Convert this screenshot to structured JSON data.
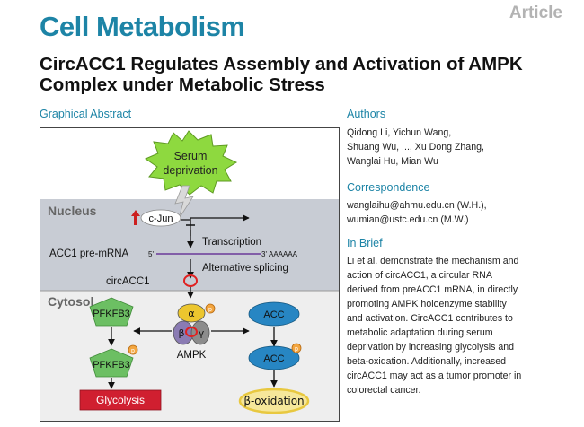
{
  "journal": "Cell Metabolism",
  "article_type": "Article",
  "title": "CircACC1 Regulates Assembly and Activation of AMPK Complex under Metabolic Stress",
  "graphical_abstract": {
    "heading": "Graphical Abstract",
    "stimulus": [
      "Serum",
      "deprivation"
    ],
    "nucleus_label": "Nucleus",
    "cytosol_label": "Cytosol",
    "cjun": "c-Jun",
    "transcription": "Transcription",
    "pre_mrna": "ACC1 pre-mRNA",
    "five_prime": "5'",
    "three_prime": "3'",
    "poly_a": "AAAAAA",
    "alt_splicing": "Alternative splicing",
    "circ": "circACC1",
    "alpha": "α",
    "beta": "β",
    "gamma": "γ",
    "p": "p",
    "ampk": "AMPK",
    "pfkfb3": "PFKFB3",
    "acc": "ACC",
    "glycolysis": "Glycolysis",
    "beta_ox": "β-oxidation",
    "colors": {
      "nucleus_bg": "#c8ccd4",
      "cytosol_bg": "#eeeeee",
      "pfkfb3": "#6cbf63",
      "acc": "#2786c3",
      "glycolysis": "#d01f30",
      "beta_ox": "#e8c840",
      "star": "#8ed93f",
      "alpha": "#ecc62e",
      "beta": "#8a7bb3",
      "gamma": "#8c8c8c",
      "circ": "#e02020",
      "pre_mrna": "#6b3a9a"
    }
  },
  "authors": {
    "heading": "Authors",
    "lines": [
      "Qidong Li, Yichun Wang,",
      "Shuang Wu, ..., Xu Dong Zhang,",
      "Wanglai Hu, Mian Wu"
    ]
  },
  "correspondence": {
    "heading": "Correspondence",
    "lines": [
      "wanglaihu@ahmu.edu.cn (W.H.),",
      "wumian@ustc.edu.cn (M.W.)"
    ]
  },
  "in_brief": {
    "heading": "In Brief",
    "lines": [
      "Li et al. demonstrate the mechanism and",
      "action of circACC1, a circular RNA",
      "derived from preACC1 mRNA, in directly",
      "promoting AMPK holoenzyme stability",
      "and activation. CircACC1 contributes to",
      "metabolic adaptation during serum",
      "deprivation by increasing glycolysis and",
      "beta-oxidation. Additionally, increased",
      "circACC1 may act as a tumor promoter in",
      "colorectal cancer."
    ]
  }
}
